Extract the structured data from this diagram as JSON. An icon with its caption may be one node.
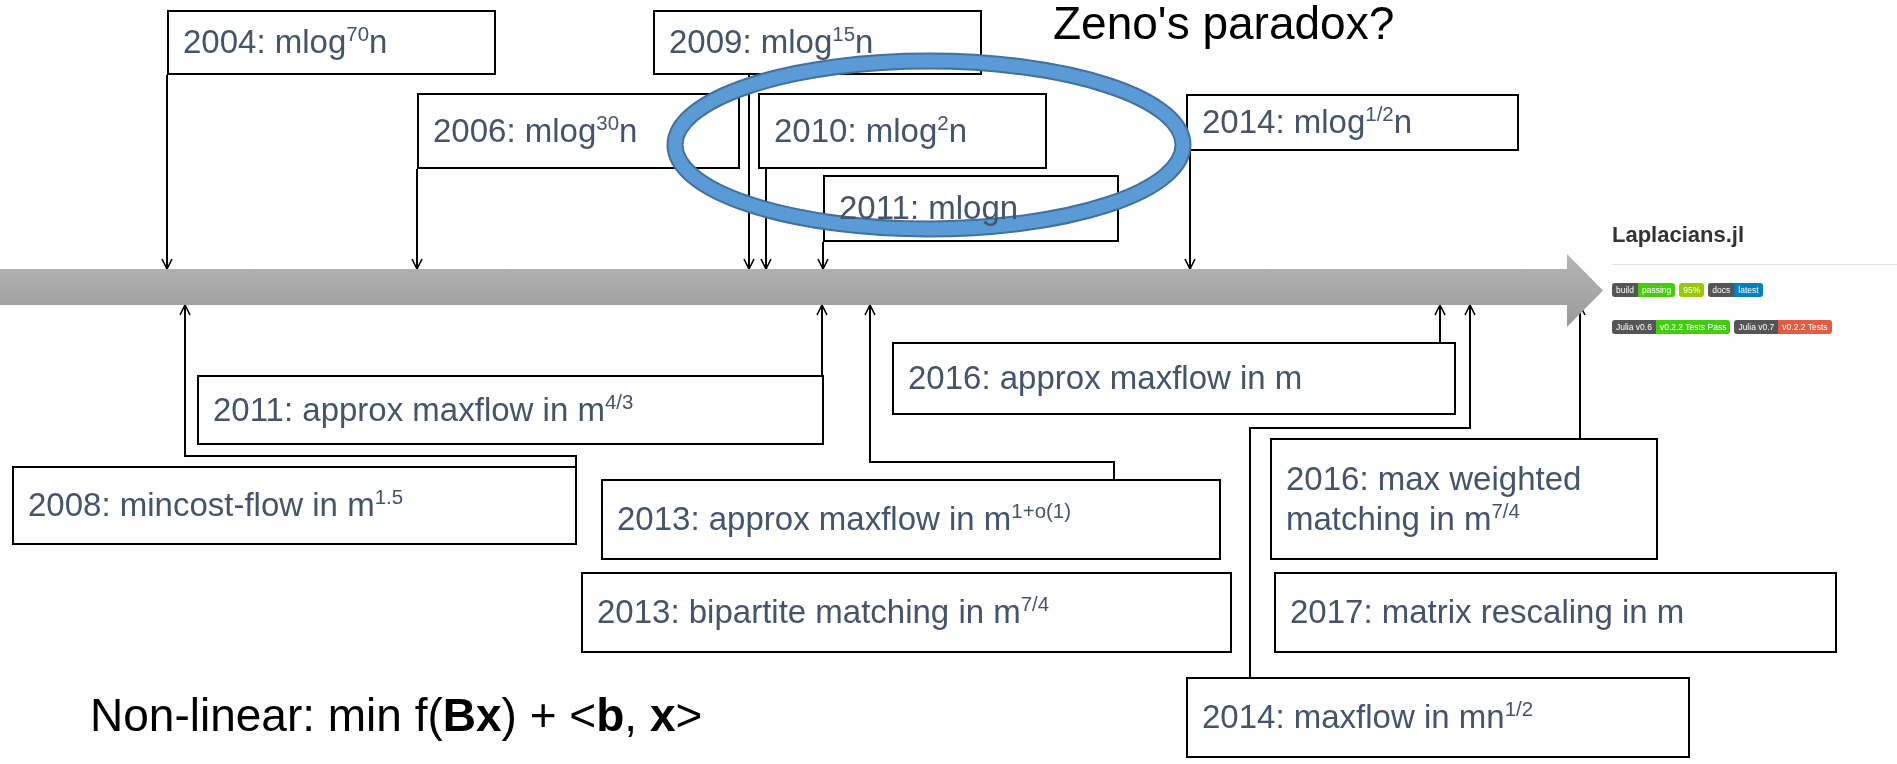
{
  "diagram": {
    "nodes": [
      {
        "text": [
          "2004: mlog$^{70}$n"
        ]
      },
      {
        "text": [
          "2009: mlog$^{15}$n"
        ]
      },
      {
        "text": [
          "2006: mlog$^{30}$n"
        ]
      },
      {
        "text": [
          "2010: mlog$^{2}$n"
        ]
      },
      {
        "text": [
          "2011: mlogn"
        ]
      },
      {
        "text": [
          "2014: mlog$^{1/2}$n"
        ]
      },
      {
        "text": [],
        "shape": "arrow"
      },
      {
        "text": [
          "2011: approx maxflow in m$^{4/3}$"
        ]
      },
      {
        "text": [
          "2016: approx maxflow in m"
        ]
      },
      {
        "text": [
          "2008: mincost-flow in m$^{1.5}$"
        ]
      },
      {
        "text": [
          "2013: approx maxflow in m$^{1+o(1)}$"
        ]
      },
      {
        "text": [
          "2016: max weighted matching in m$^{7/4}$"
        ]
      },
      {
        "text": [
          "2013: bipartite matching in m$^{7/4}$"
        ]
      },
      {
        "text": [
          "2017: matrix rescaling in m"
        ]
      },
      {
        "text": [
          "2014: maxflow in mn$^{1/2}$"
        ]
      }
    ],
    "edges": [
      {
        "from": 0,
        "to": 6,
        "arrow": "to"
      },
      {
        "from": 2,
        "to": 6,
        "arrow": "to"
      },
      {
        "from": 1,
        "to": 6,
        "arrow": "to"
      },
      {
        "from": 3,
        "to": 6,
        "arrow": "to"
      },
      {
        "from": 4,
        "to": 6,
        "arrow": "to"
      },
      {
        "from": 5,
        "to": 6,
        "arrow": "to"
      },
      {
        "from": 9,
        "to": 6,
        "arrow": "to"
      },
      {
        "from": 7,
        "to": 6,
        "arrow": "to"
      },
      {
        "from": 10,
        "to": 6,
        "arrow": "to"
      },
      {
        "from": 14,
        "to": 6,
        "arrow": "to"
      },
      {
        "from": 8,
        "to": 6,
        "arrow": "to"
      },
      {
        "from": 11,
        "to": 6,
        "arrow": "to"
      }
    ],
    "labels": [
      "Zeno's paradox?",
      "Laplacians.jl",
      "build",
      "passing",
      "95%",
      "docs",
      "latest",
      "Julia v0.6",
      "v0.2.2 Tests Pass",
      "Julia v0.7",
      "v0.2.2 Tests",
      "Non-linear: min f(**Bx**) + <**b**, **x**>"
    ]
  }
}
